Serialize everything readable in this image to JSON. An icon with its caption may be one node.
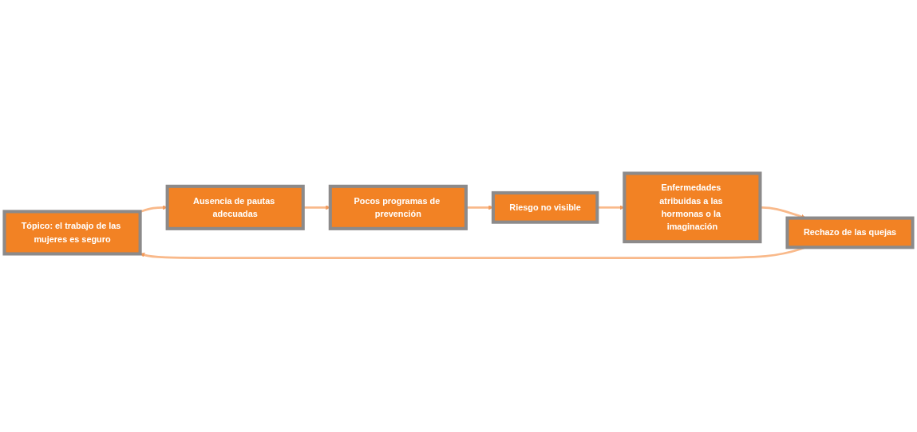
{
  "diagram": {
    "nodes": [
      {
        "text": [
          "Tópico: el trabajo de las mujeres es seguro"
        ]
      },
      {
        "text": [
          "Ausencia de pautas adecuadas"
        ]
      },
      {
        "text": [
          "Pocos programas de prevención"
        ]
      },
      {
        "text": [
          "Riesgo no visible"
        ]
      },
      {
        "text": [
          "Enfermedades atribuidas a las hormonas o la imaginación"
        ]
      },
      {
        "text": [
          "Rechazo de las quejas"
        ]
      }
    ],
    "edges": [
      {
        "from": 0,
        "to": 1,
        "arrow": "to"
      },
      {
        "from": 1,
        "to": 2,
        "arrow": "to"
      },
      {
        "from": 2,
        "to": 3,
        "arrow": "to"
      },
      {
        "from": 3,
        "to": 4,
        "arrow": "to"
      },
      {
        "from": 4,
        "to": 5,
        "arrow": "to"
      },
      {
        "from": 5,
        "to": 0,
        "arrow": "to"
      }
    ]
  }
}
